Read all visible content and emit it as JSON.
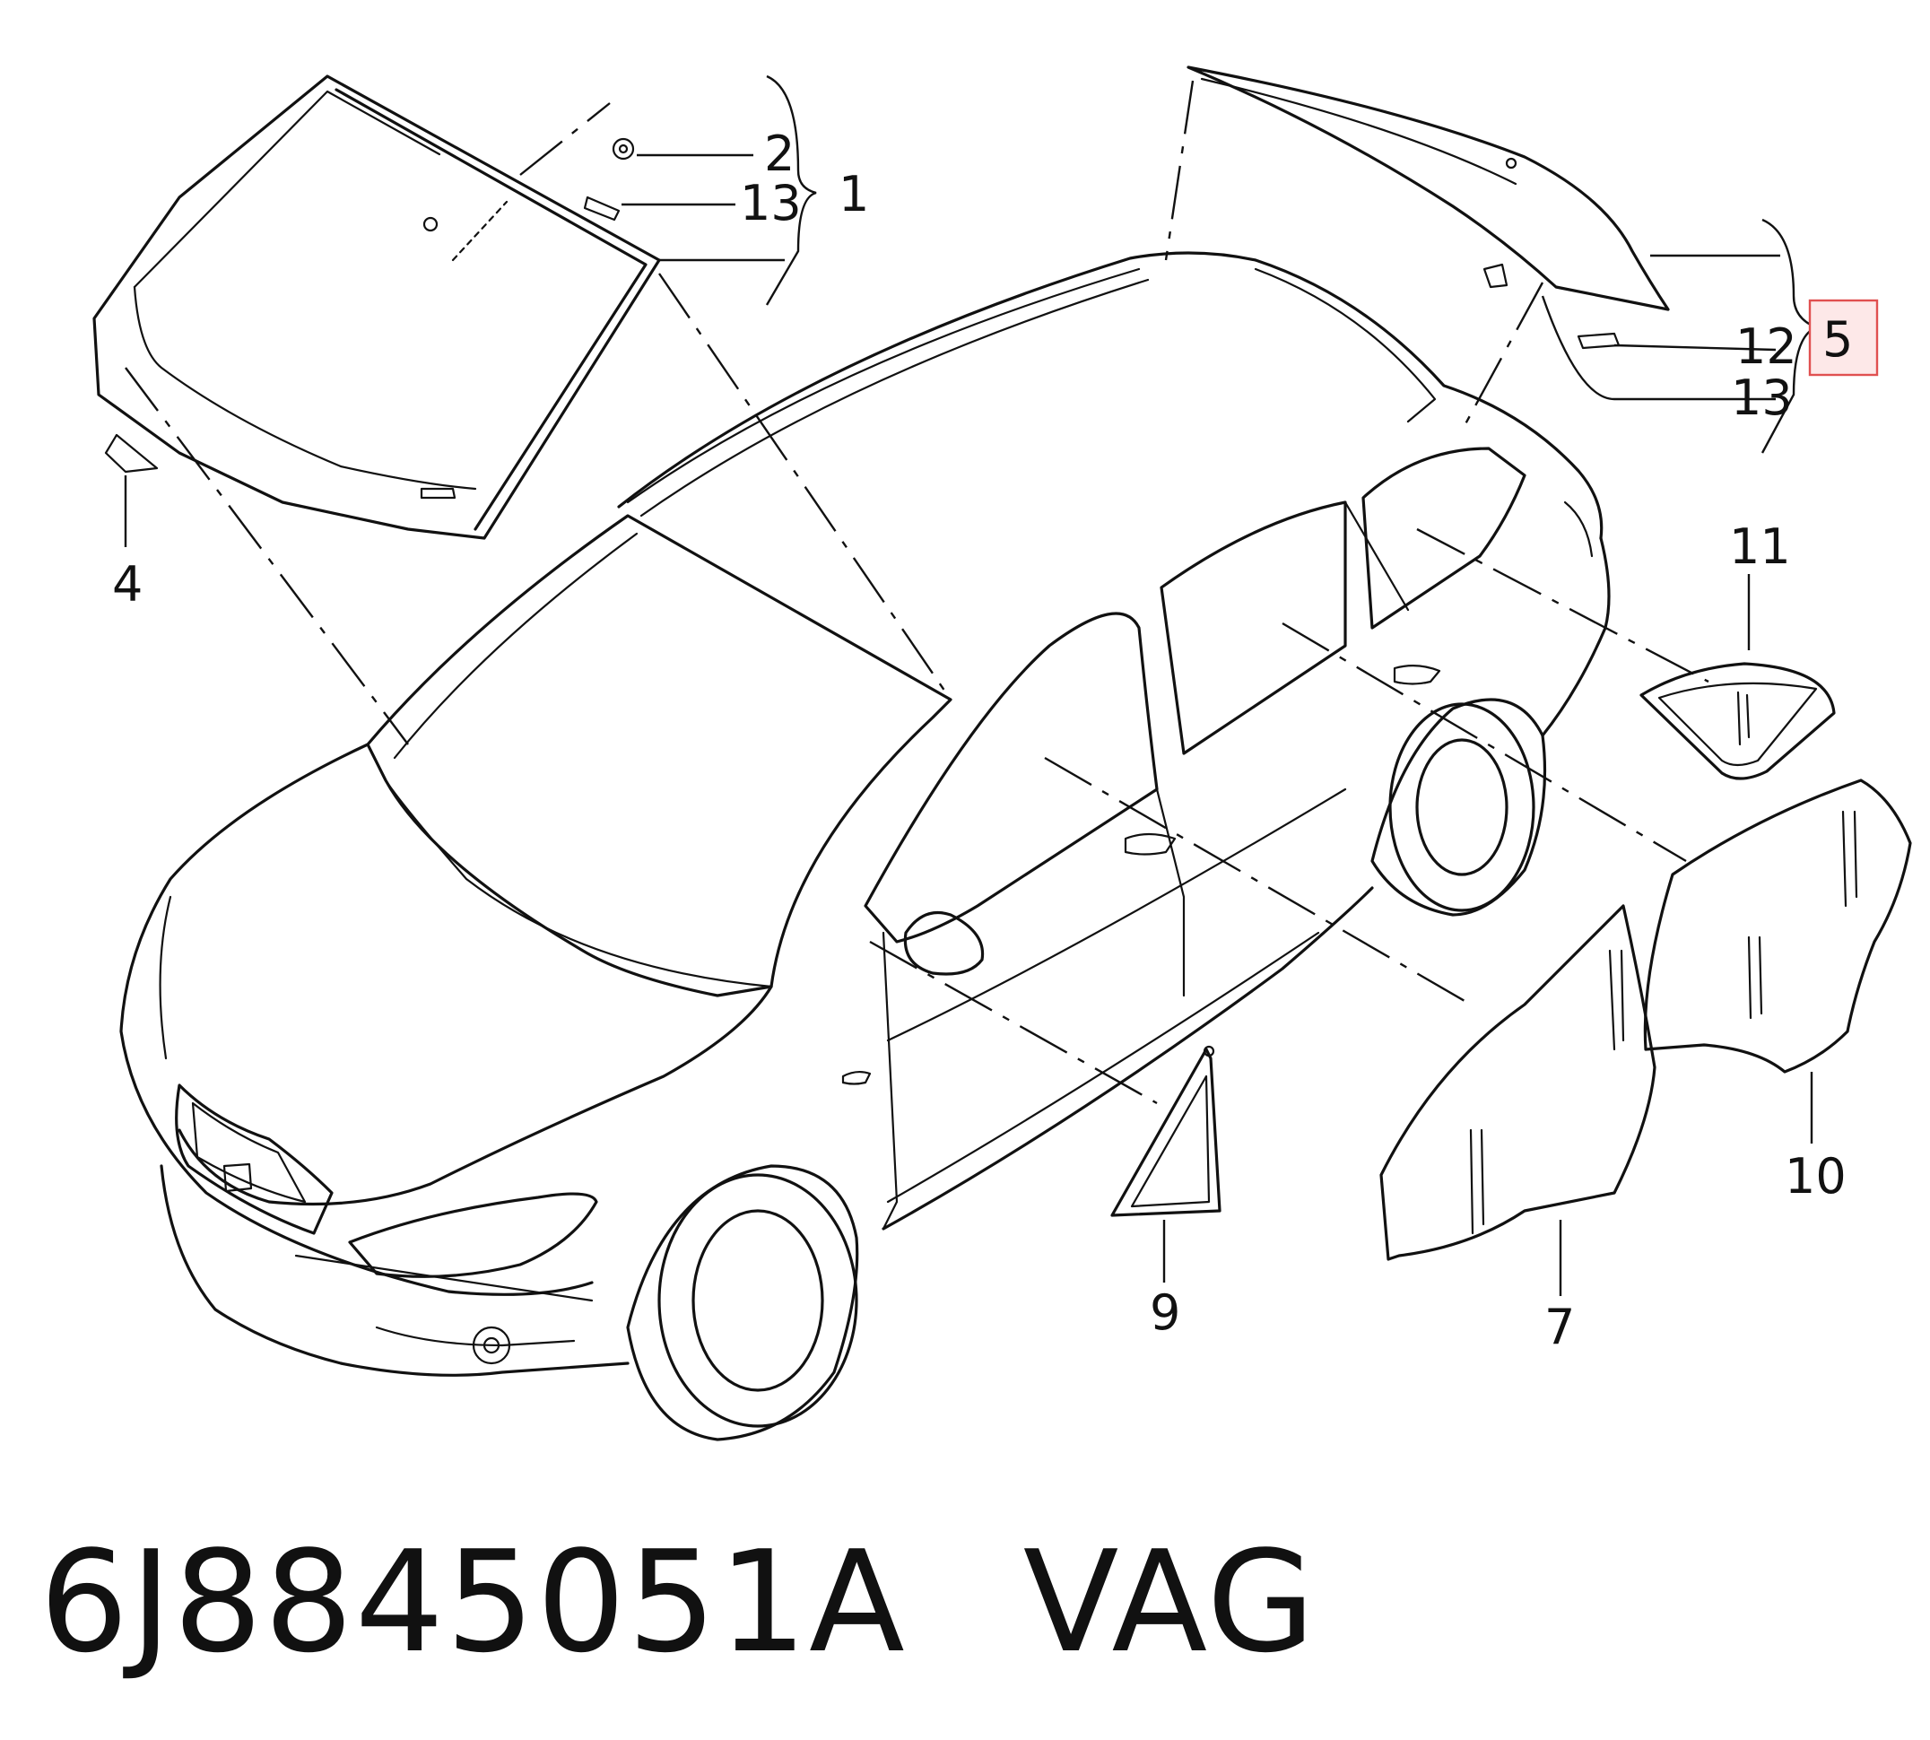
{
  "diagram": {
    "callouts": {
      "c1": "1",
      "c2": "2",
      "c4": "4",
      "c5": "5",
      "c7": "7",
      "c9": "9",
      "c10": "10",
      "c11": "11",
      "c12": "12",
      "c13a": "13",
      "c13b": "13"
    },
    "highlighted_callout": "5",
    "highlight_color": "#e05050"
  },
  "footer": {
    "part_number": "6J8845051A",
    "brand": "VAG"
  }
}
